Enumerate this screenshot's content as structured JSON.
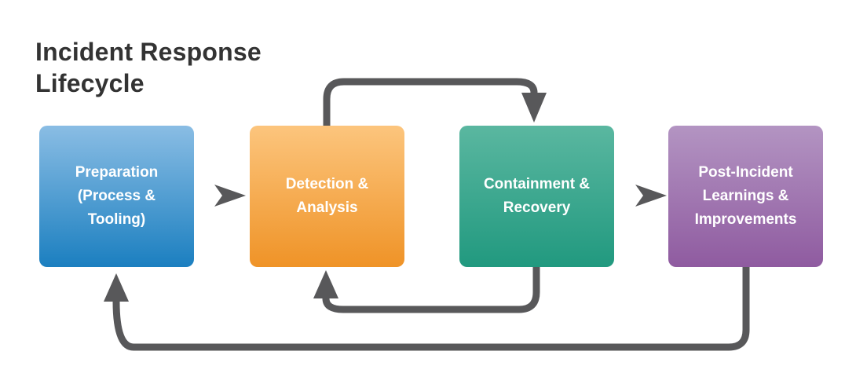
{
  "title": "Incident Response\nLifecycle",
  "colors": {
    "background": "#ffffff",
    "arrow": "#58585a",
    "title_text": "#333333",
    "stage_text": "#ffffff"
  },
  "stages": [
    {
      "id": "preparation",
      "label": "Preparation (Process & Tooling)",
      "gradient_top": "#8abde4",
      "gradient_bottom": "#1b7fc0"
    },
    {
      "id": "detection-analysis",
      "label": "Detection & Analysis",
      "gradient_top": "#fcc57d",
      "gradient_bottom": "#ef9327"
    },
    {
      "id": "containment-recovery",
      "label": "Containment & Recovery",
      "gradient_top": "#5ab7a0",
      "gradient_bottom": "#21997f"
    },
    {
      "id": "post-incident",
      "label": "Post-Incident Learnings & Improvements",
      "gradient_top": "#b394c2",
      "gradient_bottom": "#8f5ba0"
    }
  ],
  "connectors": [
    {
      "type": "chevron-right",
      "from": "preparation",
      "to": "detection-analysis"
    },
    {
      "type": "chevron-right",
      "from": "containment-recovery",
      "to": "post-incident"
    },
    {
      "type": "loop-over-top",
      "from": "detection-analysis",
      "to": "containment-recovery"
    },
    {
      "type": "loop-under-bottom",
      "from": "containment-recovery",
      "to": "detection-analysis"
    },
    {
      "type": "loop-under-bottom-outer",
      "from": "post-incident",
      "to": "preparation"
    }
  ]
}
